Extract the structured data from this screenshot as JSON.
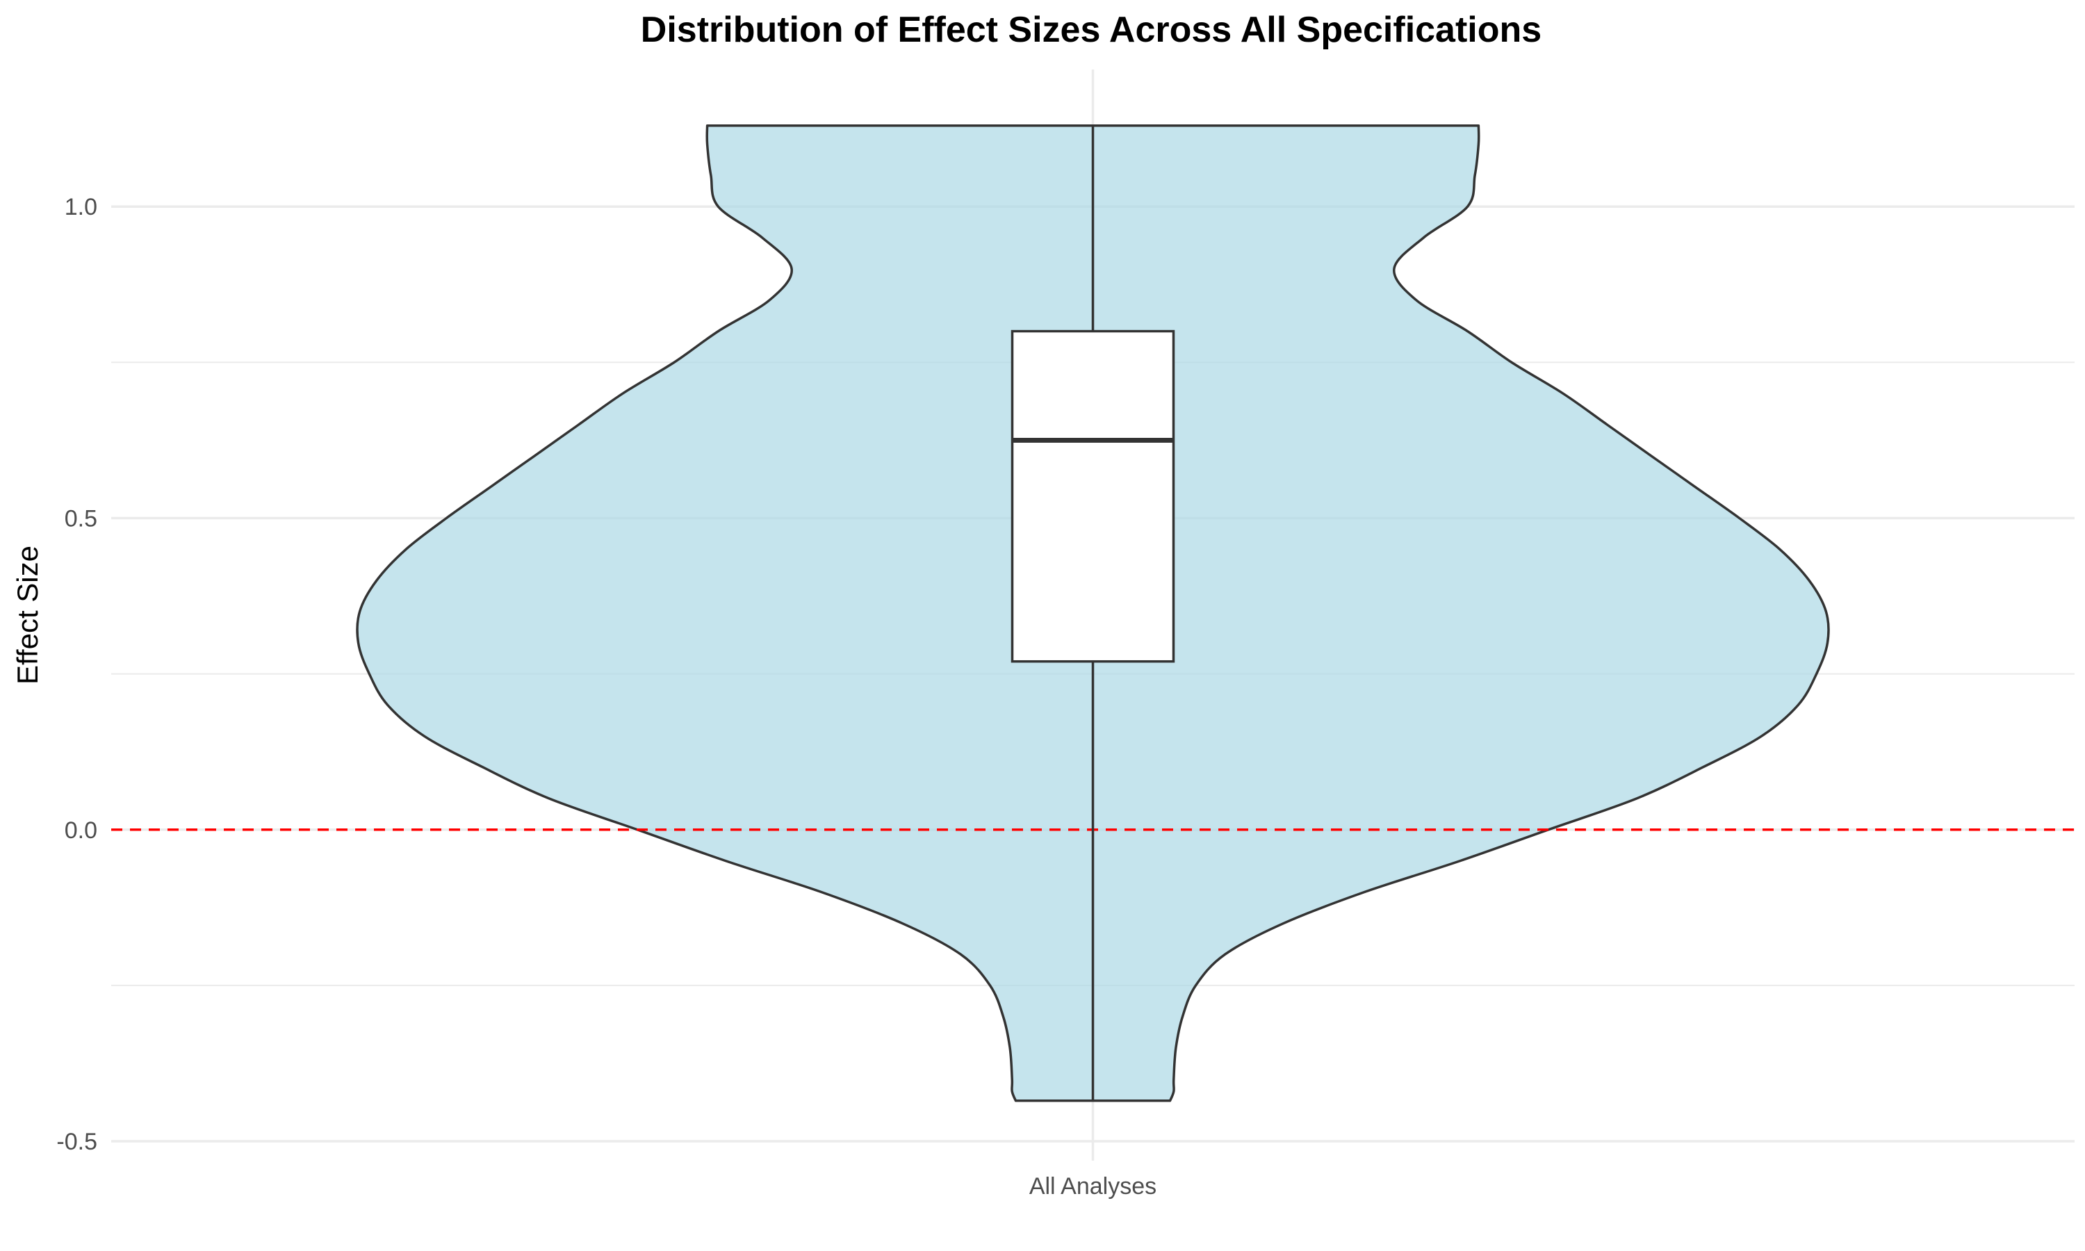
{
  "chart_data": {
    "type": "violin",
    "title": "Distribution of Effect Sizes Across All Specifications",
    "xlabel": "",
    "ylabel": "Effect Size",
    "categories": [
      "All Analyses"
    ],
    "ylim": [
      -0.52,
      1.22
    ],
    "y_ticks": [
      -0.5,
      0.0,
      0.5,
      1.0
    ],
    "y_tick_labels": [
      "-0.5",
      "0.0",
      "0.5",
      "1.0"
    ],
    "y_minor_gridlines": [
      -0.25,
      0.25,
      0.75
    ],
    "grid": true,
    "legend": "none",
    "reference_line": {
      "y": 0.0,
      "style": "dashed",
      "color": "#ff0000"
    },
    "series": [
      {
        "category": "All Analyses",
        "box": {
          "whisker_low": -0.435,
          "q1": 0.27,
          "median": 0.625,
          "q3": 0.8,
          "whisker_high": 1.13
        },
        "density_profile": {
          "y": [
            -0.435,
            -0.42,
            -0.4,
            -0.35,
            -0.3,
            -0.25,
            -0.2,
            -0.15,
            -0.1,
            -0.05,
            0.0,
            0.05,
            0.1,
            0.15,
            0.2,
            0.25,
            0.3,
            0.35,
            0.4,
            0.45,
            0.5,
            0.55,
            0.6,
            0.65,
            0.7,
            0.75,
            0.8,
            0.85,
            0.9,
            0.95,
            1.0,
            1.05,
            1.1,
            1.13
          ],
          "relative_width": [
            0.105,
            0.11,
            0.11,
            0.113,
            0.122,
            0.14,
            0.18,
            0.26,
            0.37,
            0.5,
            0.62,
            0.74,
            0.83,
            0.91,
            0.96,
            0.985,
            1.0,
            0.998,
            0.975,
            0.935,
            0.88,
            0.82,
            0.76,
            0.7,
            0.64,
            0.57,
            0.51,
            0.44,
            0.41,
            0.45,
            0.51,
            0.52,
            0.525,
            0.525
          ]
        }
      }
    ],
    "colors": {
      "violin_fill": "#add8e6",
      "violin_stroke": "#333333",
      "box_fill": "#ffffff",
      "reference_line": "#ff0000",
      "gridline": "#ebebeb"
    }
  }
}
